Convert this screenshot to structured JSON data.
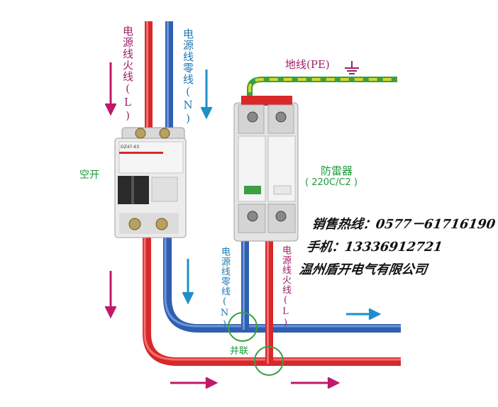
{
  "labels": {
    "live_wire_top": "电源线火线(L)",
    "neutral_wire_top": "电源线零线(N)",
    "ground": "地线(PE)",
    "breaker": "空开",
    "protector": "防雷器",
    "protector_model": "( 220C/C2 )",
    "neutral_wire_bottom": "电源线零线(N)",
    "live_wire_bottom": "电源线火线(L)",
    "parallel": "并联"
  },
  "breaker_model": "DZ47-63",
  "contact": {
    "hotline": "销售热线：0577－61716190",
    "mobile": "手机：13336912721",
    "company": "温州盾开电气有限公司"
  },
  "colors": {
    "live": "#d8282a",
    "neutral": "#2f5fb0",
    "ground_yellow": "#d9d42a",
    "ground_green": "#3aa043",
    "arrow_magenta": "#c0186a",
    "arrow_cyan": "#1e8fc8",
    "label_green": "#1a9a3a",
    "label_purple": "#a0206a",
    "label_blue": "#1e78b4"
  }
}
